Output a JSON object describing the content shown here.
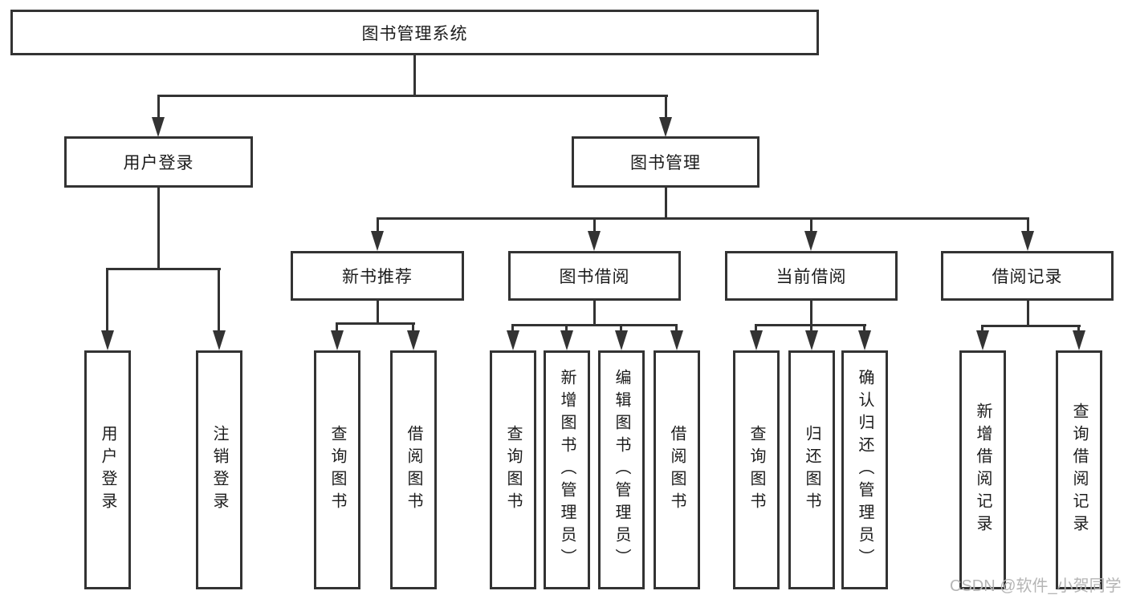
{
  "diagram_title": "图书管理系统",
  "tree": {
    "label": "图书管理系统",
    "children": [
      {
        "label": "用户登录",
        "children": [
          {
            "label": "用户登录"
          },
          {
            "label": "注销登录"
          }
        ]
      },
      {
        "label": "图书管理",
        "children": [
          {
            "label": "新书推荐",
            "children": [
              {
                "label": "查询图书"
              },
              {
                "label": "借阅图书"
              }
            ]
          },
          {
            "label": "图书借阅",
            "children": [
              {
                "label": "查询图书"
              },
              {
                "label": "新增图书（管理员）"
              },
              {
                "label": "编辑图书（管理员）"
              },
              {
                "label": "借阅图书"
              }
            ]
          },
          {
            "label": "当前借阅",
            "children": [
              {
                "label": "查询图书"
              },
              {
                "label": "归还图书"
              },
              {
                "label": "确认归还（管理员）"
              }
            ]
          },
          {
            "label": "借阅记录",
            "children": [
              {
                "label": "新增借阅记录"
              },
              {
                "label": "查询借阅记录"
              }
            ]
          }
        ]
      }
    ]
  },
  "watermark": "CSDN @软件_小贺同学",
  "colors": {
    "line": "#333333",
    "box_border": "#333333",
    "text": "#1c1c1c",
    "watermark": "#b5b5b5",
    "background": "#ffffff"
  }
}
